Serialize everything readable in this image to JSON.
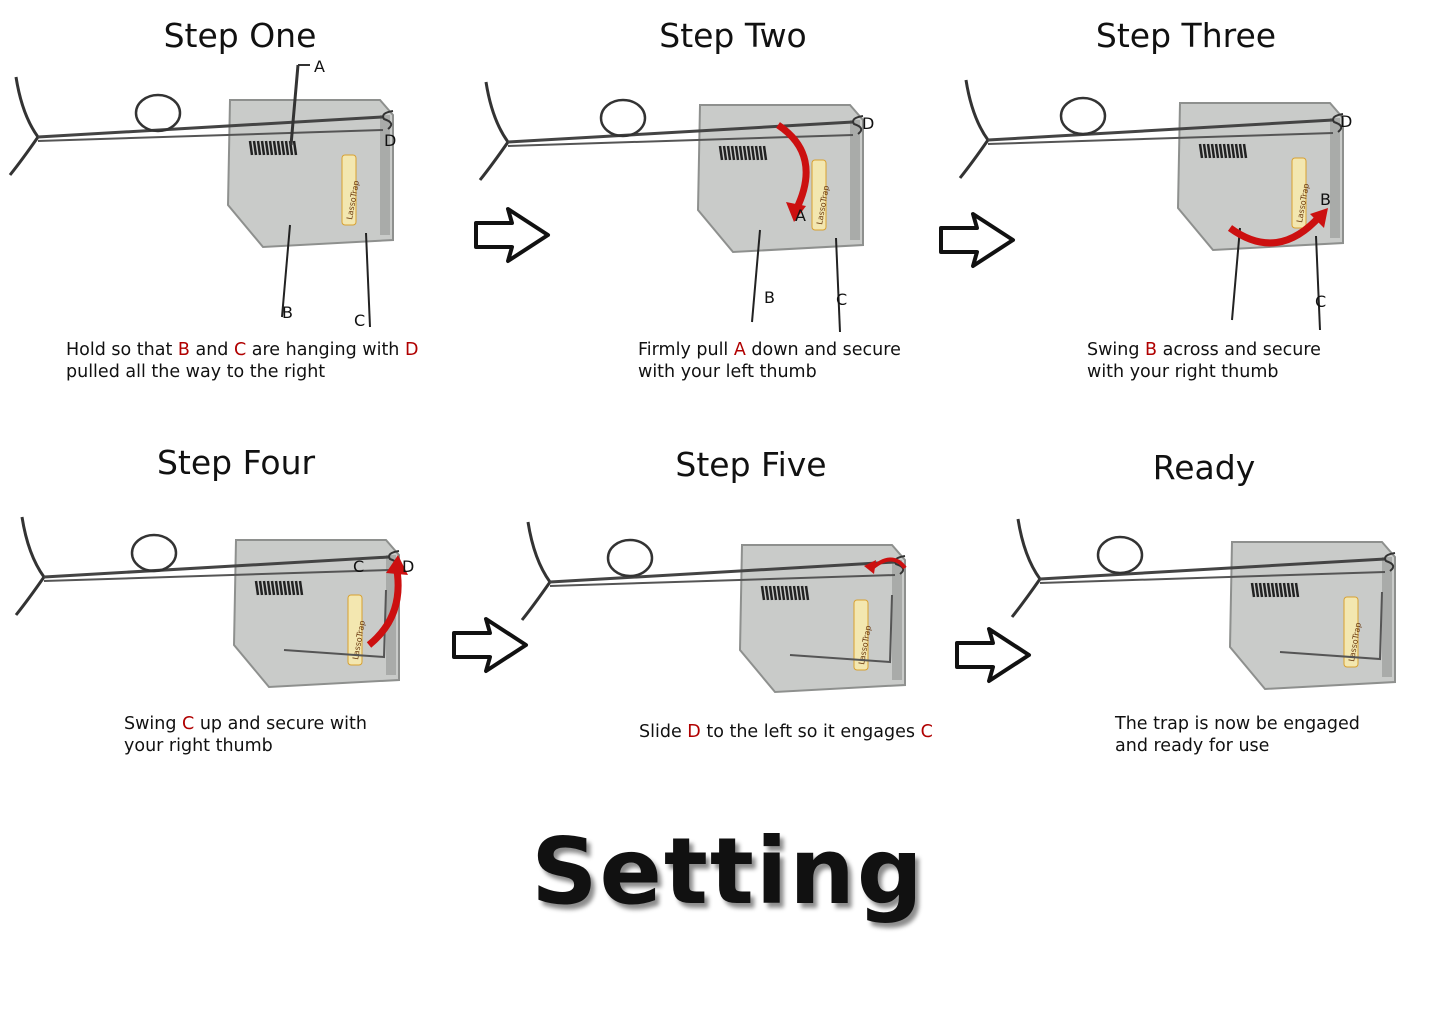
{
  "steps": [
    {
      "title": "Step One",
      "labels": {
        "A": "A",
        "B": "B",
        "C": "C",
        "D": "D"
      },
      "caption": {
        "l1": [
          "Hold so that ",
          "B",
          " and ",
          "C",
          " are hanging with ",
          "D"
        ],
        "l2": "pulled all the way to the right"
      }
    },
    {
      "title": "Step Two",
      "labels": {
        "A": "A",
        "B": "B",
        "C": "C",
        "D": "D"
      },
      "caption": {
        "l1": [
          "Firmly pull ",
          "A",
          " down and secure"
        ],
        "l2": "with your left thumb"
      }
    },
    {
      "title": "Step Three",
      "labels": {
        "B": "B",
        "C": "C",
        "D": "D"
      },
      "caption": {
        "l1": [
          "Swing ",
          "B",
          " across and secure"
        ],
        "l2": "with your right thumb"
      }
    },
    {
      "title": "Step Four",
      "labels": {
        "C": "C",
        "D": "D"
      },
      "caption": {
        "l1": [
          "Swing ",
          "C",
          " up and secure with"
        ],
        "l2": "your right thumb"
      }
    },
    {
      "title": "Step Five",
      "caption": {
        "l1": [
          "Slide ",
          "D",
          " to the left so it engages ",
          "C"
        ]
      }
    },
    {
      "title": "Ready",
      "caption": {
        "l1": [
          "The trap is now be engaged"
        ],
        "l2": "and ready for use"
      }
    }
  ],
  "logo_text": "LassoTrap",
  "footer_title": "Setting",
  "colors": {
    "highlight": "#b00000",
    "plate": "#c9cbc9",
    "arrow_red": "#cc1010"
  }
}
